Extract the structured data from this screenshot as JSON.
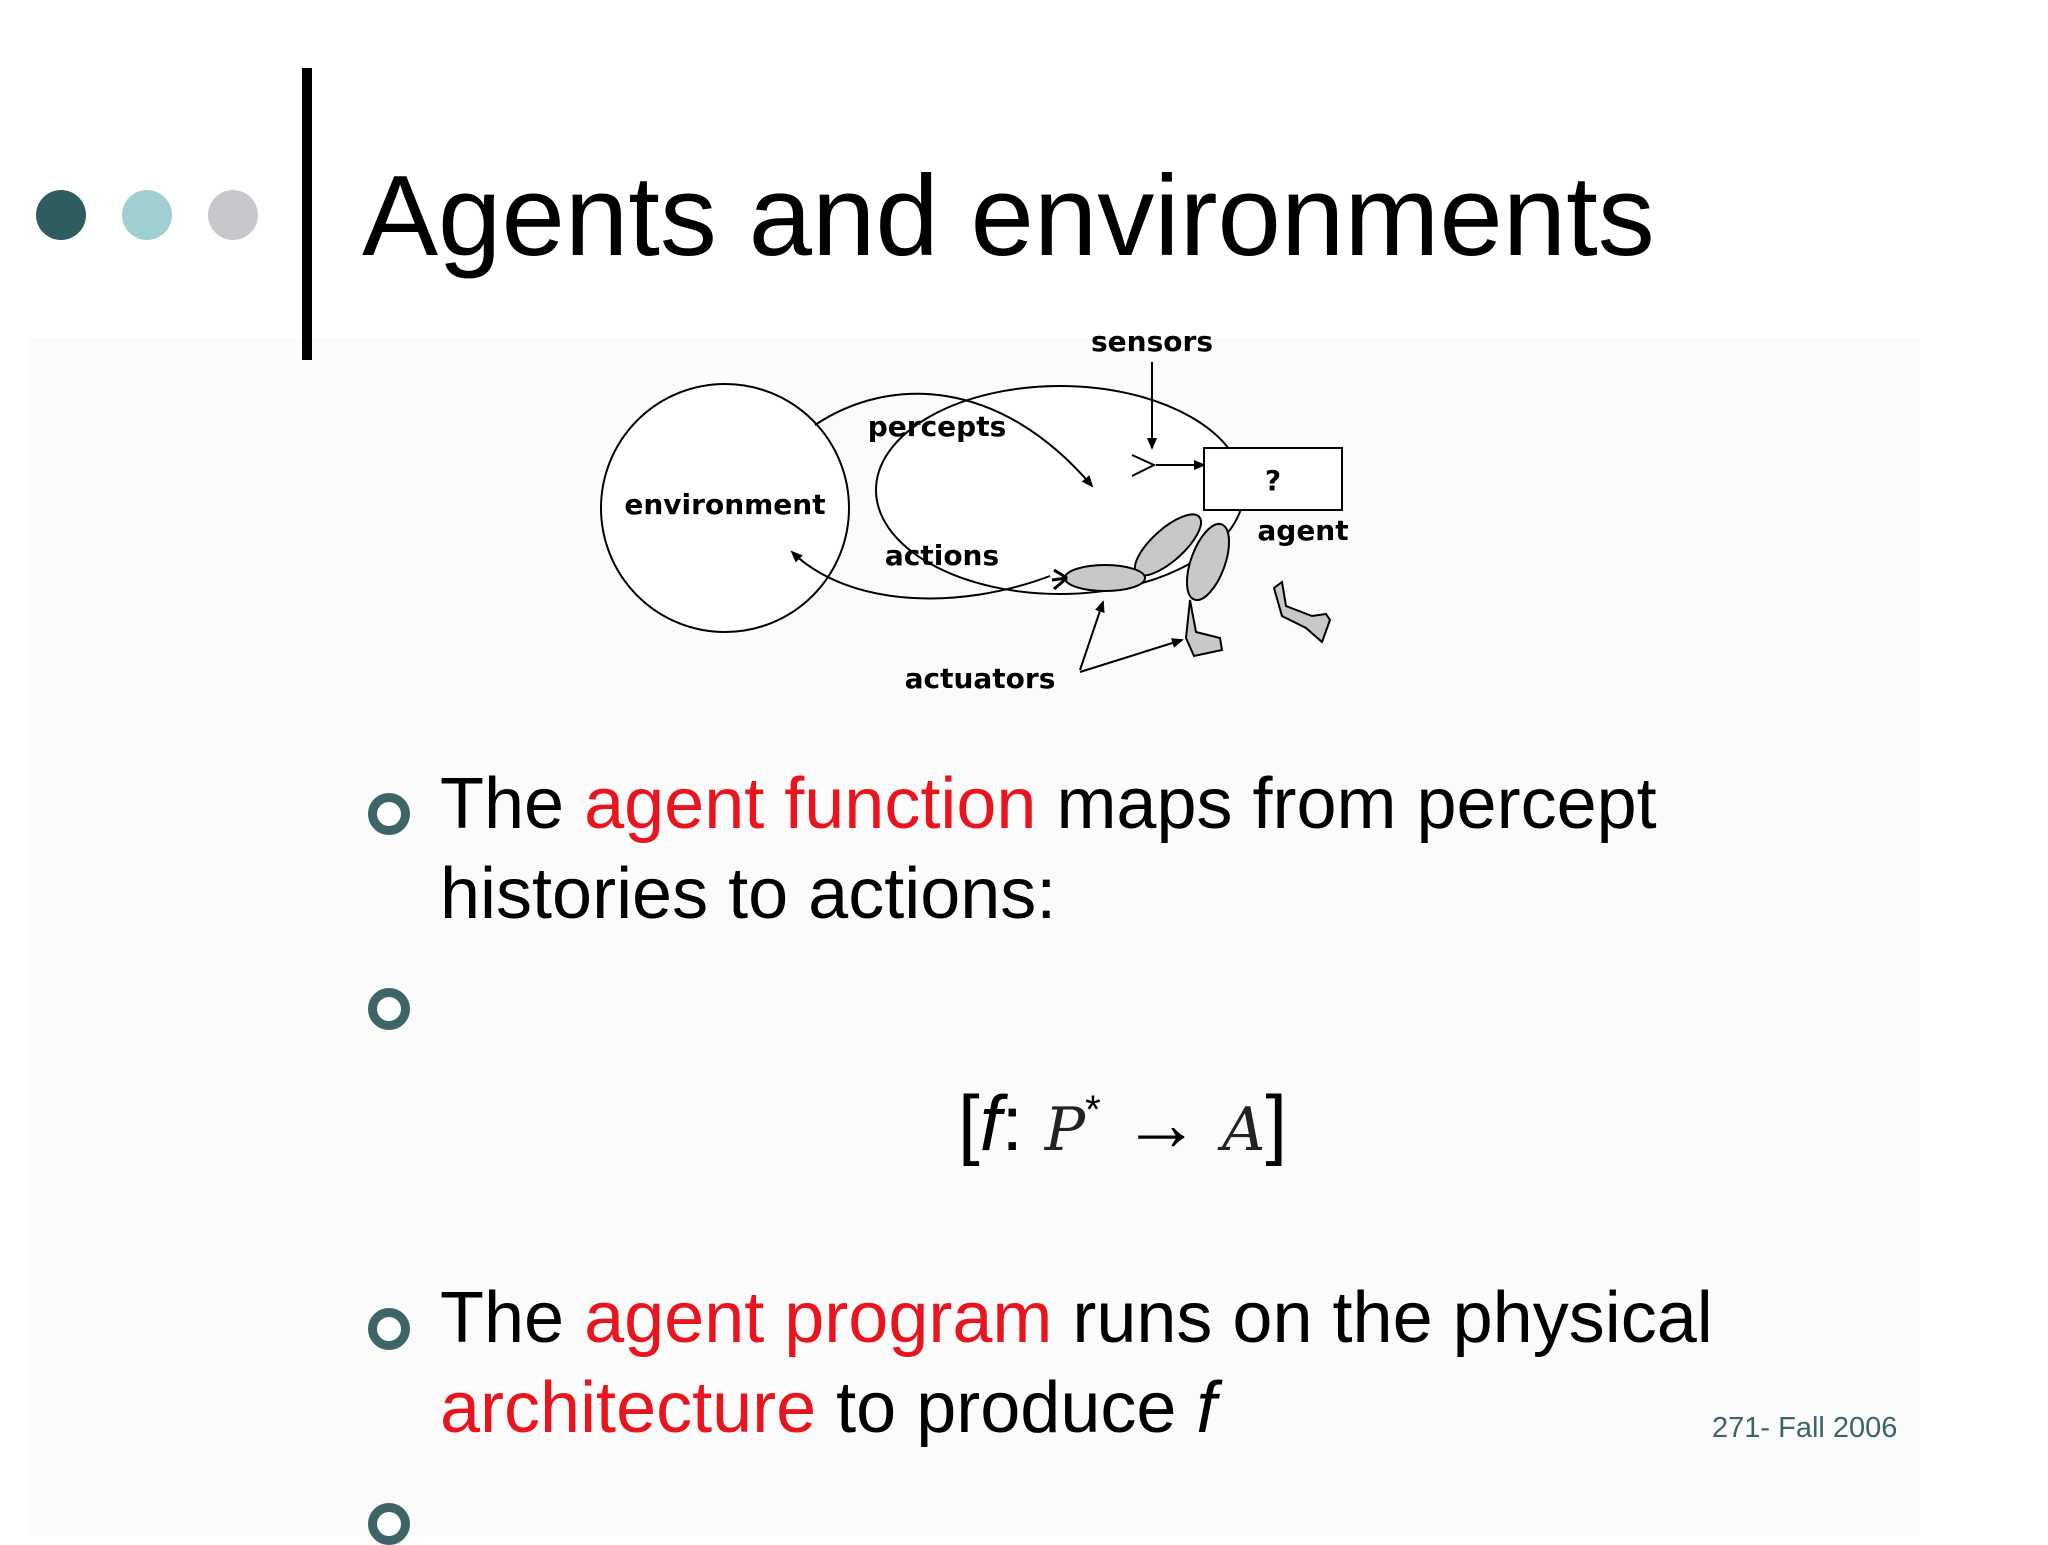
{
  "colors": {
    "dot_dark": "#2f5c5f",
    "dot_mid": "#9fcfd0",
    "dot_light": "#c8c8cc",
    "accent_red": "#e8141e",
    "bullet": "#3d6467",
    "footer": "#3d6467"
  },
  "slide": {
    "title": "Agents and environments",
    "footer": "271- Fall 2006"
  },
  "diagram": {
    "labels": {
      "sensors": "sensors",
      "percepts": "percepts",
      "environment": "environment",
      "actions": "actions",
      "agent": "agent",
      "actuators": "actuators",
      "unknown_box": "?"
    }
  },
  "bullets": {
    "b1": {
      "part1": "The ",
      "highlight": "agent function",
      "part2": " maps from percept",
      "line2": "histories to actions:"
    },
    "formula": {
      "open": "[",
      "f": "f",
      "colon": ": ",
      "P": "P",
      "star": "*",
      "arrow": " → ",
      "A": "A",
      "close": "]"
    },
    "b3": {
      "part1": "The ",
      "highlight1": "agent program",
      "part2": " runs on the physical",
      "highlight2": "architecture",
      "part3": " to produce ",
      "f": "f"
    }
  }
}
